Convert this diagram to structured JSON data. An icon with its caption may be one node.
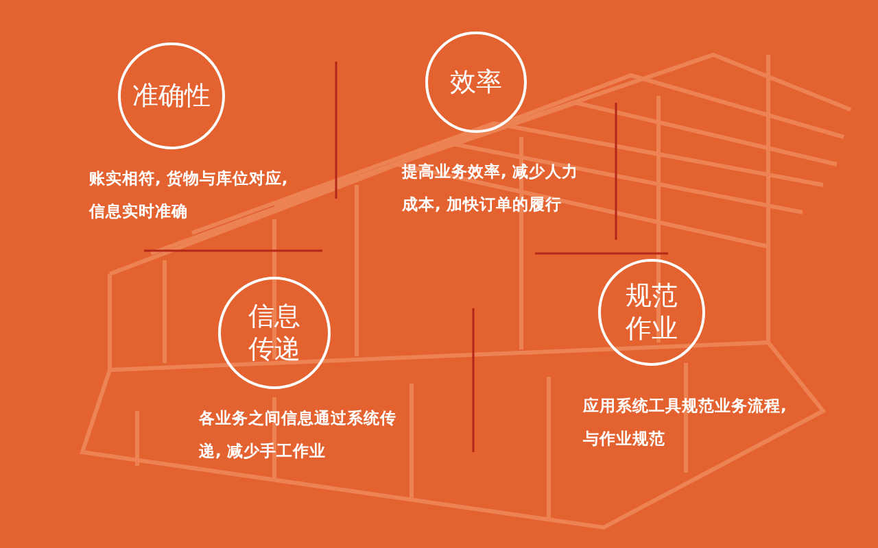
{
  "diagram": {
    "nodes": [
      {
        "text": [
          "准确性"
        ],
        "beside": [
          "账实相符, 货物与库位对应, 信息实时准确"
        ]
      },
      {
        "text": [
          "效率"
        ],
        "beside": [
          "提高业务效率, 减少人力成本, 加快订单的履行"
        ]
      },
      {
        "text": [
          "信息传递"
        ],
        "beside": [
          "各业务之间信息通过系统传递, 减少手工作业"
        ]
      },
      {
        "text": [
          "规范作业"
        ],
        "beside": [
          "应用系统工具规范业务流程, 与作业规范"
        ]
      }
    ]
  }
}
